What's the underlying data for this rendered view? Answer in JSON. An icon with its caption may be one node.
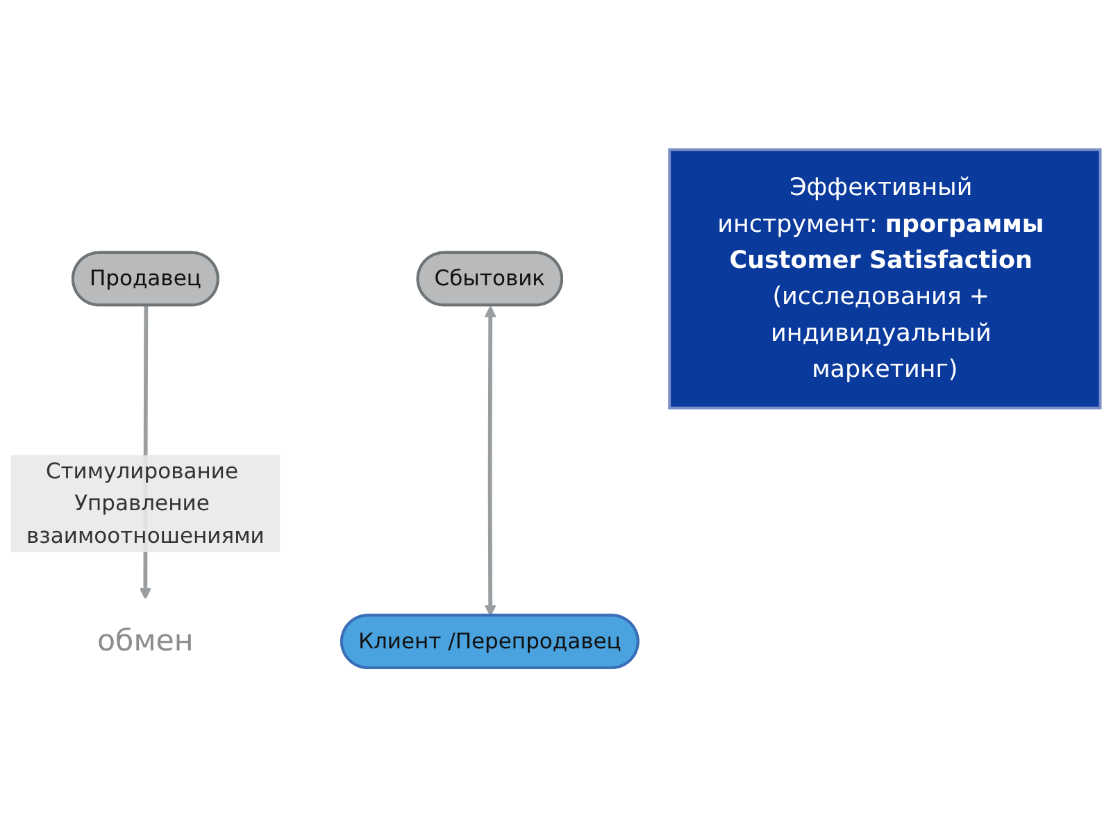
{
  "diagram": {
    "nodes": [
      {
        "text": [
          "Продавец"
        ]
      },
      {
        "text": [
          "обмен"
        ]
      },
      {
        "text": [
          "Сбытовик"
        ]
      },
      {
        "text": [
          "Клиент /Перепродавец"
        ]
      },
      {
        "text": [
          "Эффективный инструмент: **программы Customer Satisfaction** (исследования + индивидуальный маркетинг)"
        ]
      }
    ],
    "edges": [
      {
        "from": 0,
        "to": 1,
        "arrow": "to",
        "label": "Стимулирование Управление взаимоотношениями"
      },
      {
        "from": 2,
        "to": 3,
        "arrow": "both"
      }
    ]
  }
}
